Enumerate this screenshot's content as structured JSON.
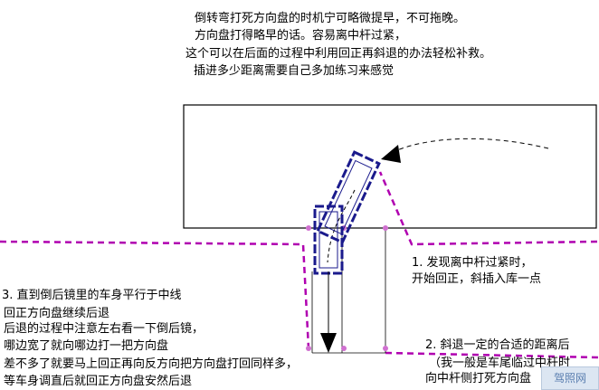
{
  "top_note": {
    "line1": "倒转弯打死方向盘的时机宁可略微提早，不可拖晚。",
    "line2": "方向盘打得略早的话。容易离中杆过紧，",
    "line3": "这个可以在后面的过程中利用回正再斜退的办法轻松补救。",
    "line4": "插进多少距离需要自己多加练习来感觉"
  },
  "step1": {
    "line1": "1. 发现离中杆过紧时，",
    "line2": "开始回正，斜插入库一点"
  },
  "step2": {
    "line1": "2. 斜退一定的合适的距离后",
    "line2": "（我一般是车尾临过中杆时",
    "line3": "向中杆侧打死方向盘"
  },
  "step3": {
    "line1": "3. 直到倒后镜里的车身平行于中线",
    "line2": "回正方向盘继续后退",
    "line3": "后退的过程中注意左右看一下倒后镜，",
    "line4": "哪边宽了就向哪边打一把方向盘",
    "line5": "差不多了就要马上回正再向反方向把方向盘打回同样多，",
    "line6": "等车身调直后就回正方向盘安然后退"
  },
  "watermark": "驾照网",
  "colors": {
    "car_outline": "#1a1a8c",
    "guide_line": "#b000b0",
    "path_line": "#000000"
  }
}
